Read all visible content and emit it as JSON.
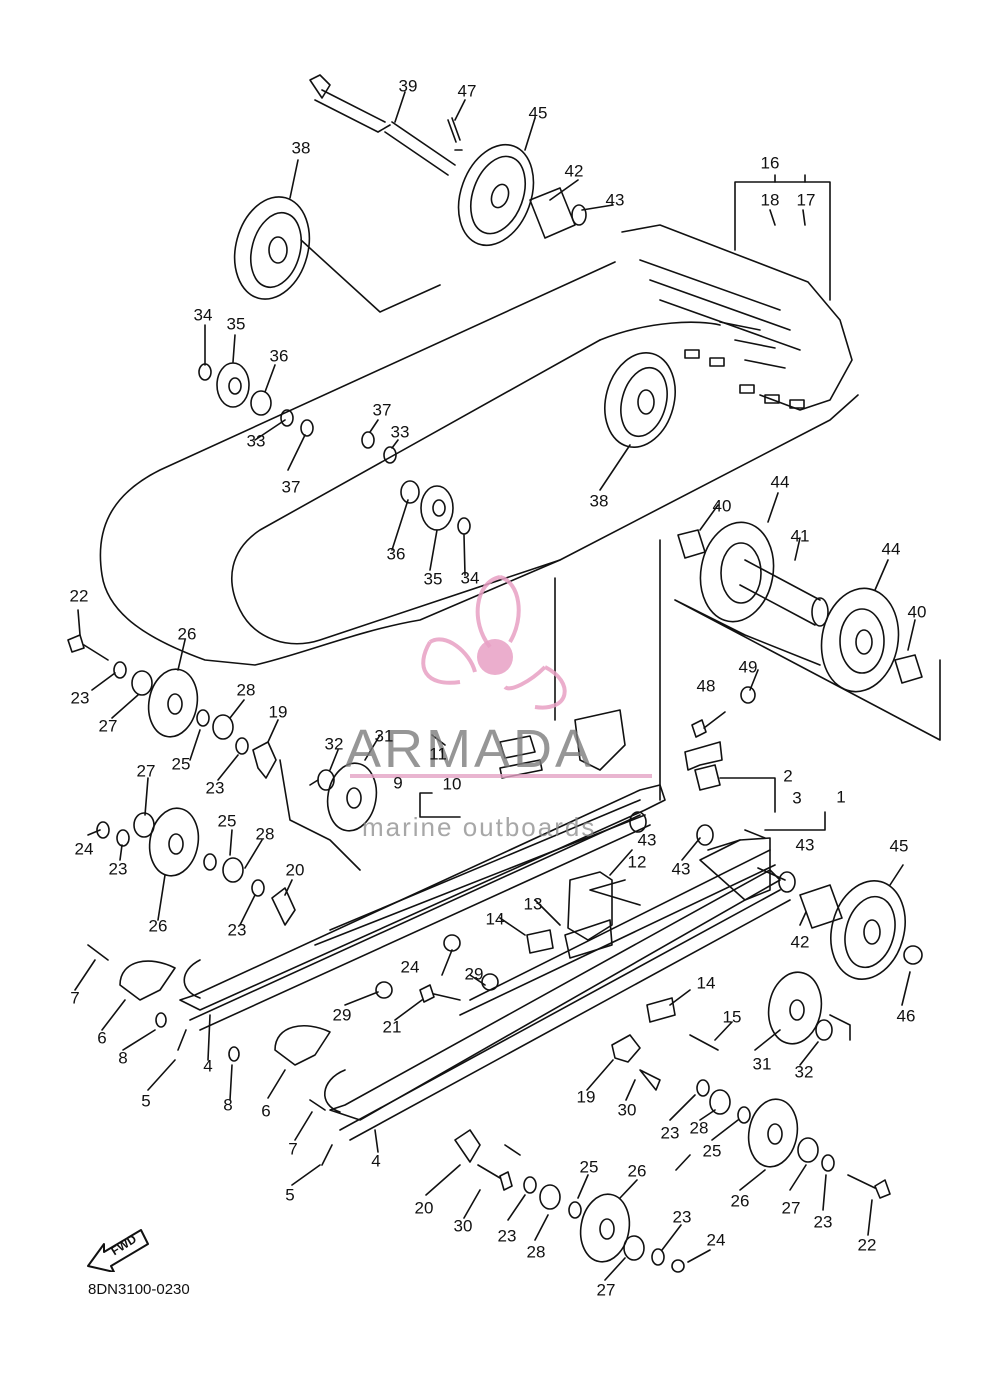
{
  "diagram": {
    "code": "8DN3100-0230",
    "fwd_label": "FWD",
    "watermark": {
      "brand": "ARMADA",
      "tagline": "marine outboards"
    },
    "callouts": [
      "1",
      "2",
      "3",
      "4",
      "5",
      "6",
      "7",
      "8",
      "9",
      "10",
      "11",
      "12",
      "13",
      "14",
      "15",
      "16",
      "17",
      "18",
      "19",
      "20",
      "21",
      "22",
      "23",
      "24",
      "25",
      "26",
      "27",
      "28",
      "29",
      "30",
      "31",
      "32",
      "33",
      "34",
      "35",
      "36",
      "37",
      "38",
      "39",
      "40",
      "41",
      "42",
      "43",
      "44",
      "45",
      "46",
      "47",
      "48",
      "49"
    ],
    "colors": {
      "ink": "#111111",
      "watermark_pink": "#e8a0c4",
      "watermark_gray": "#7c7c7c"
    }
  }
}
